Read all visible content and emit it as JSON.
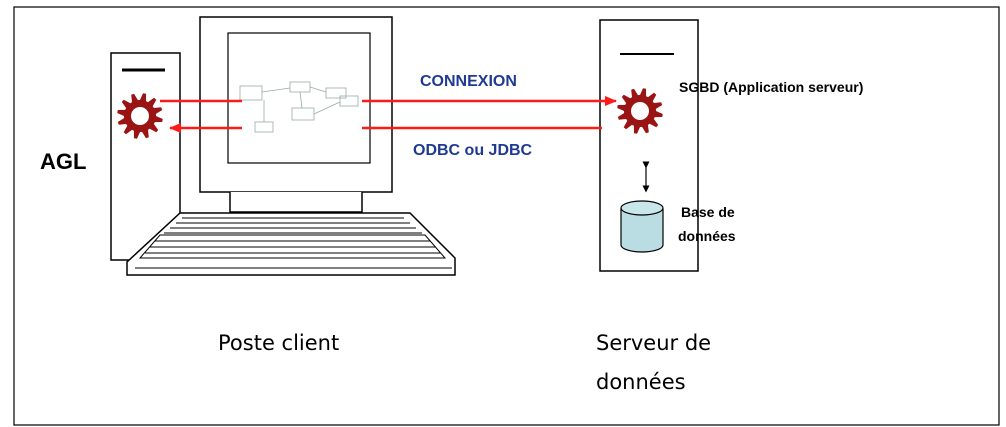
{
  "labels": {
    "agl": "AGL",
    "connexion": "CONNEXION",
    "odbc": "ODBC ou JDBC",
    "sgbd": "SGBD (Application serveur)",
    "base_line1": "Base de",
    "base_line2": "données",
    "poste_client": "Poste client",
    "serveur_line1": "Serveur de",
    "serveur_line2": "données"
  },
  "colors": {
    "gear": "#9b1414",
    "arrow": "#ff1a1a",
    "label_blue": "#1f3a93",
    "frame": "#000000",
    "cylinder": "#b9dde3"
  },
  "icons": {
    "client_gear": "gear-icon",
    "server_gear": "gear-icon",
    "database": "database-cylinder-icon",
    "double_arrow": "double-arrow-icon"
  }
}
